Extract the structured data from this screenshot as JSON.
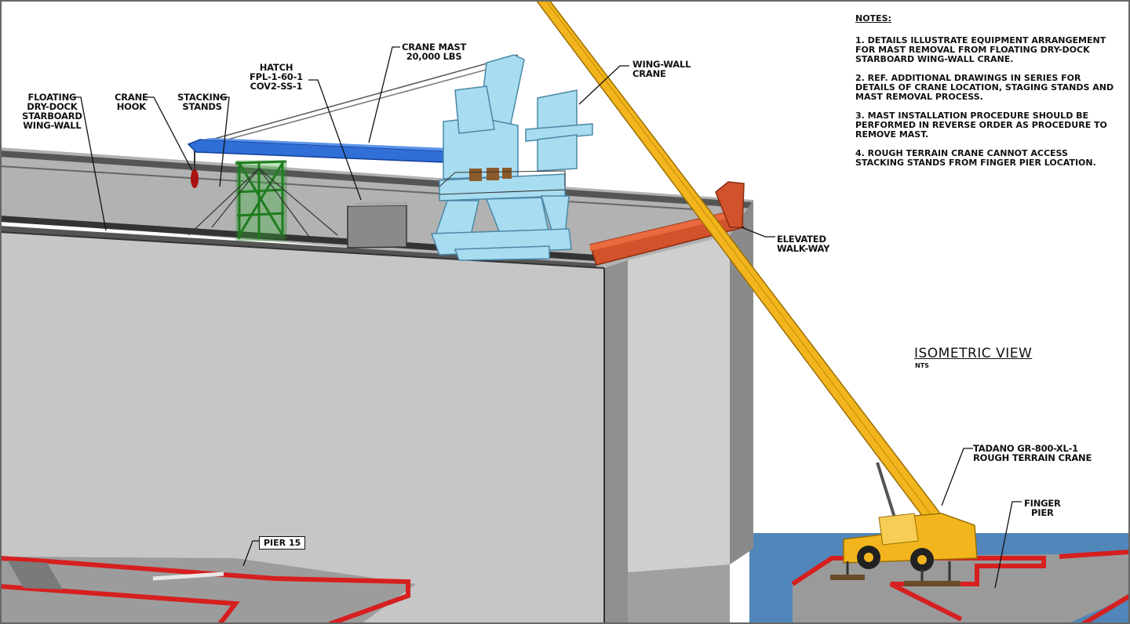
{
  "notes": {
    "title": "NOTES:",
    "items": [
      "1. DETAILS ILLUSTRATE EQUIPMENT ARRANGEMENT FOR MAST REMOVAL FROM FLOATING DRY-DOCK STARBOARD WING-WALL CRANE.",
      "2. REF. ADDITIONAL DRAWINGS IN SERIES FOR DETAILS OF CRANE LOCATION, STAGING STANDS AND MAST REMOVAL PROCESS.",
      "3. MAST INSTALLATION PROCEDURE SHOULD BE PERFORMED IN REVERSE ORDER AS PROCEDURE TO REMOVE MAST.",
      "4. ROUGH TERRAIN CRANE CANNOT ACCESS STACKING STANDS FROM FINGER PIER LOCATION."
    ]
  },
  "view": {
    "title": "ISOMETRIC VIEW",
    "scale": "NTS"
  },
  "callouts": {
    "floating_drydock": [
      "FLOATING",
      "DRY-DOCK",
      "STARBOARD",
      "WING-WALL"
    ],
    "crane_hook": [
      "CRANE",
      "HOOK"
    ],
    "stacking_stands": [
      "STACKING",
      "STANDS"
    ],
    "hatch": [
      "HATCH",
      "FPL-1-60-1",
      "COV2-SS-1"
    ],
    "crane_mast": [
      "CRANE MAST",
      "20,000 LBS"
    ],
    "wing_wall_crane": [
      "WING-WALL",
      "CRANE"
    ],
    "elevated_walkway": [
      "ELEVATED",
      "WALK-WAY"
    ],
    "tadano_crane": [
      "TADANO GR-800-XL-1",
      "ROUGH TERRAIN CRANE"
    ],
    "finger_pier": [
      "FINGER",
      "PIER"
    ],
    "pier15": "PIER 15"
  },
  "colors": {
    "wall_face": "#c4c4c4",
    "wall_top": "#a9a9a9",
    "wingwall_crane": "#a8dcf0",
    "crane_mast": "#2f6fd6",
    "stacking_stand": "#2faa2f",
    "walkway": "#d2522c",
    "mobile_crane": "#f2b51d",
    "water": "#4f84b8",
    "pier_edge": "#d61f1f"
  }
}
